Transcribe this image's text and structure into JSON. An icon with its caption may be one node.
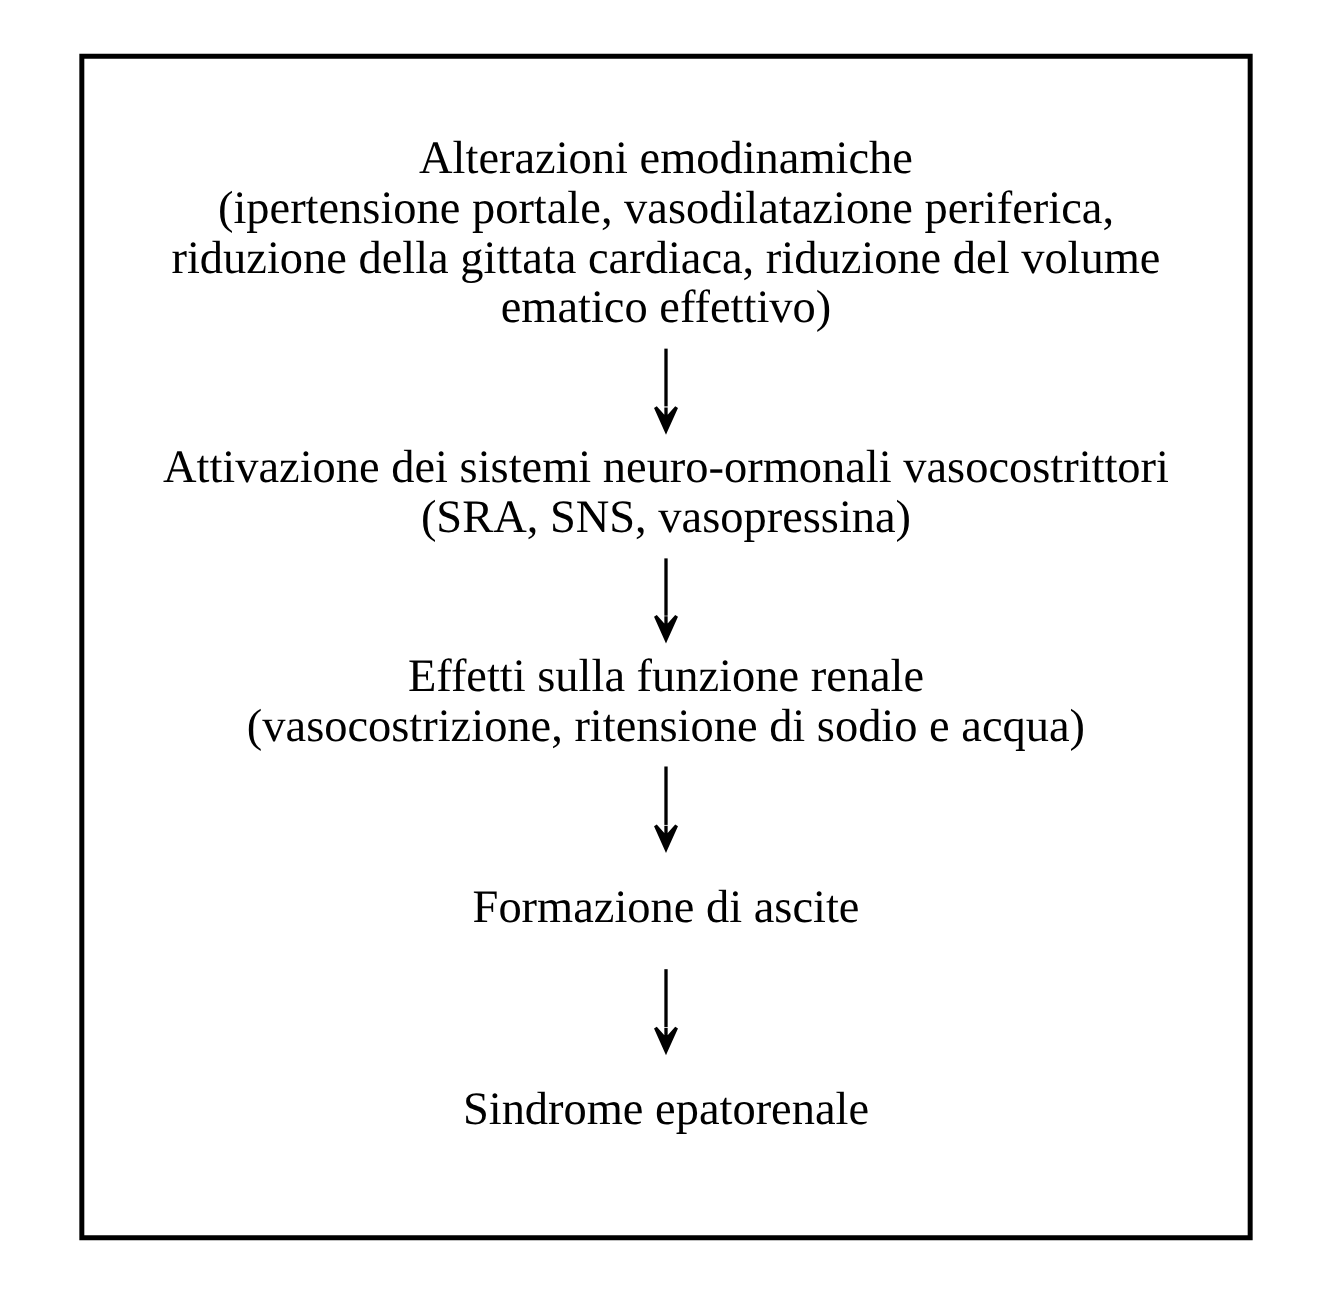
{
  "diagram": {
    "nodes": [
      {
        "text": [],
        "shape": "box"
      },
      {
        "text": [
          "Alterazioni emodinamiche",
          "(ipertensione portale, vasodilatazione periferica, riduzione della gittata cardiaca, riduzione del volume ematico effettivo)"
        ],
        "in": 0
      },
      {
        "text": [
          "Attivazione dei sistemi neuro-ormonali vasocostrittori",
          "(SRA, SNS, vasopressina)"
        ],
        "in": 0
      },
      {
        "text": [
          "Effetti sulla funzione renale",
          "(vasocostrizione, ritensione di sodio e acqua)"
        ],
        "in": 0
      },
      {
        "text": [
          "Formazione di ascite"
        ],
        "in": 0
      },
      {
        "text": [
          "Sindrome epatorenale"
        ],
        "in": 0
      }
    ],
    "edges": [
      {
        "from": 1,
        "to": 2,
        "arrow": "to"
      },
      {
        "from": 2,
        "to": 3,
        "arrow": "to"
      },
      {
        "from": 3,
        "to": 4,
        "arrow": "to"
      },
      {
        "from": 4,
        "to": 5,
        "arrow": "to"
      }
    ]
  }
}
